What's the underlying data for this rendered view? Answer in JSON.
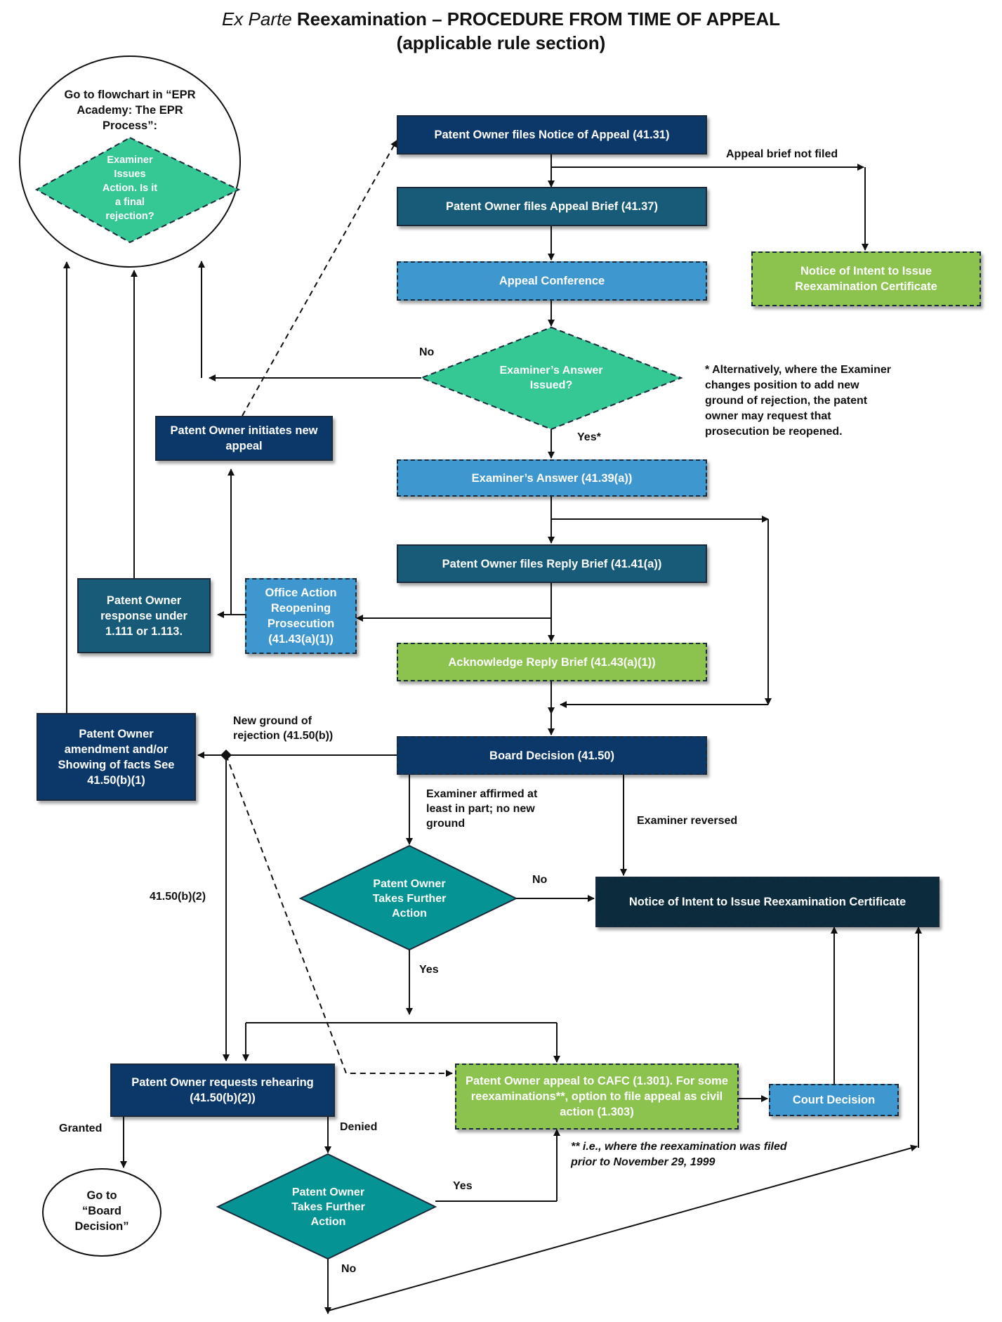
{
  "title": {
    "italic": "Ex Parte",
    "rest": "Reexamination – PROCEDURE FROM TIME OF APPEAL",
    "sub": "(applicable rule section)"
  },
  "circle_top": {
    "text": "Go to flowchart in “EPR Academy: The EPR Process”:",
    "diamond": "Examiner Issues Action. Is it a final rejection?"
  },
  "boxes": {
    "notice_of_appeal": "Patent Owner files Notice of Appeal (41.31)",
    "appeal_brief": "Patent Owner files Appeal Brief (41.37)",
    "appeal_conference": "Appeal Conference",
    "notice_intent_top": "Notice of Intent to Issue Reexamination Certificate",
    "initiates_new_appeal": "Patent Owner initiates new appeal",
    "examiners_answer": "Examiner’s Answer (41.39(a))",
    "reply_brief": "Patent Owner files Reply Brief (41.41(a))",
    "owner_response": "Patent Owner response under 1.111 or 1.113.",
    "office_action_reopening": "Office Action Reopening Prosecution (41.43(a)(1))",
    "acknowledge_reply": "Acknowledge Reply Brief (41.43(a)(1))",
    "amendment_showing": "Patent Owner amendment and/or Showing of facts See 41.50(b)(1)",
    "board_decision": "Board Decision (41.50)",
    "notice_intent_bottom": "Notice of Intent to Issue Reexamination Certificate",
    "rehearing": "Patent Owner requests rehearing (41.50(b)(2))",
    "cafc_appeal": "Patent Owner appeal to CAFC (1.301). For some reexaminations**, option to  file appeal as civil action (1.303)",
    "court_decision": "Court Decision"
  },
  "diamonds": {
    "answer_issued": "Examiner’s Answer Issued?",
    "further_action_1": "Patent Owner Takes Further Action",
    "further_action_2": "Patent Owner Takes Further Action"
  },
  "circle_bottom": "Go to “Board Decision”",
  "labels": {
    "appeal_brief_not_filed": "Appeal brief not filed",
    "no_1": "No",
    "yes_star": "Yes*",
    "new_ground": "New ground of rejection (41.50(b))",
    "affirmed": "Examiner affirmed at least in part; no new ground",
    "reversed": "Examiner reversed",
    "no_2": "No",
    "rule_4150b2": "41.50(b)(2)",
    "yes_1": "Yes",
    "granted": "Granted",
    "denied": "Denied",
    "yes_2": "Yes",
    "no_3": "No"
  },
  "notes": {
    "alternative": "* Alternatively, where the Examiner changes position to add new ground of rejection, the patent owner may request that prosecution be reopened.",
    "footnote": "** i.e., where the reexamination was filed prior to November 29, 1999"
  },
  "colors": {
    "navy": "#0c3869",
    "teal_box": "#175b78",
    "light_blue": "#3f97cf",
    "green": "#8cc34e",
    "dark": "#0c2c3e",
    "mint_diamond": "#35c794",
    "teal_diamond": "#059393"
  }
}
